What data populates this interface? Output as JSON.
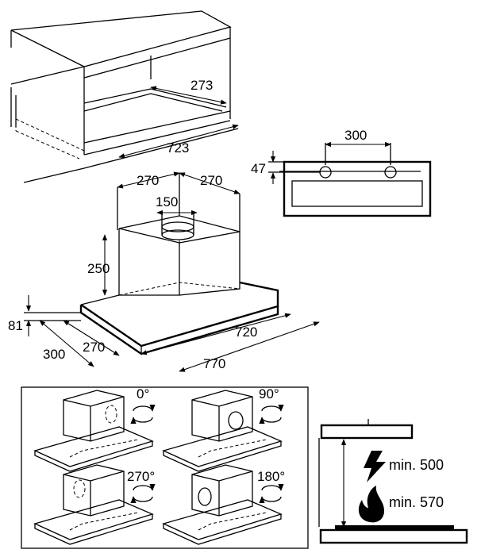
{
  "cabinet": {
    "depth_label": "273",
    "width_label": "723"
  },
  "hood": {
    "offset_left": "270",
    "offset_right": "270",
    "duct_diameter": "150",
    "chimney_height": "250",
    "base_height": "81",
    "depth_total": "300",
    "depth_inner": "270",
    "width_inner": "720",
    "width_total": "770"
  },
  "front_view": {
    "hole_spacing": "300",
    "hole_height": "47"
  },
  "rotations": [
    "0°",
    "90°",
    "270°",
    "180°"
  ],
  "clearance": {
    "electric": "min. 500",
    "gas": "min. 570"
  }
}
